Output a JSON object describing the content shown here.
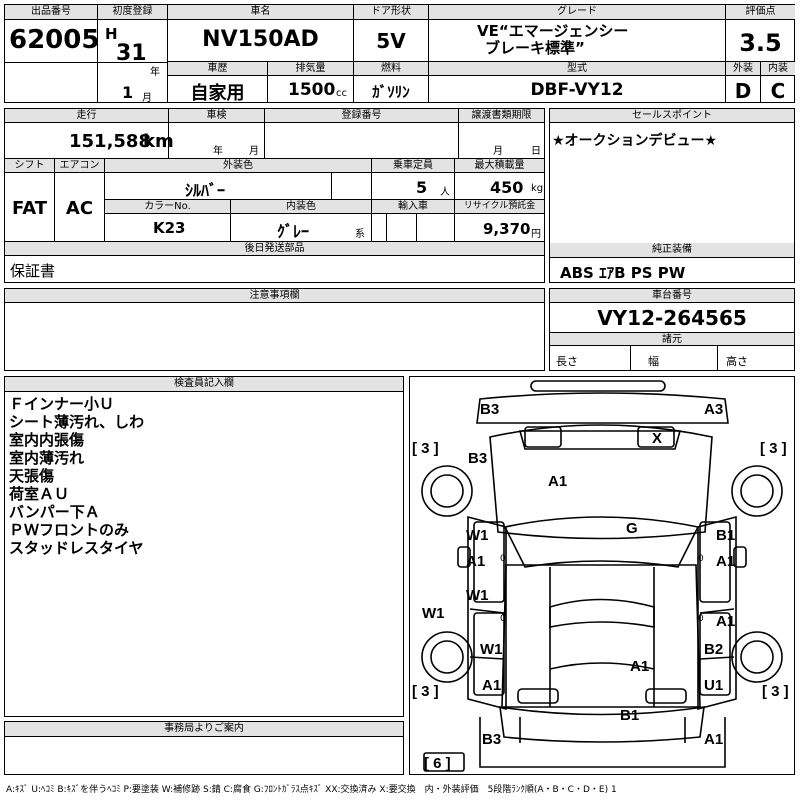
{
  "header": {
    "lot_label": "出品番号",
    "lot_no": "62005",
    "first_reg_label": "初度登録",
    "era": "H",
    "year": "31",
    "year_unit": "年",
    "month": "1",
    "month_unit": "月",
    "name_label": "車名",
    "name": "NV150AD",
    "door_label": "ドア形状",
    "door": "5V",
    "grade_label": "グレード",
    "grade_line1": "VE“エマージェンシー",
    "grade_line2": "ブレーキ標準”",
    "score_label": "評価点",
    "score": "3.5",
    "history_label": "車歴",
    "history": "自家用",
    "disp_label": "排気量",
    "disp": "1500",
    "disp_unit": "cc",
    "fuel_label": "燃料",
    "fuel": "ｶﾞｿﾘﾝ",
    "model_label": "型式",
    "model": "DBF-VY12",
    "ext_label": "外装",
    "ext": "D",
    "int_label": "内装",
    "int": "C"
  },
  "row2": {
    "mileage_label": "走行",
    "mileage": "151,588",
    "mileage_unit": "km",
    "inspection_label": "車検",
    "insp_year": "年",
    "insp_month": "月",
    "reg_no_label": "登録番号",
    "transfer_label": "譲渡書類期限",
    "transfer_day": "日",
    "transfer_month": "月",
    "selling_label": "セールスポイント",
    "selling": "★オークションデビュー★"
  },
  "row3": {
    "shift_label": "シフト",
    "shift": "FAT",
    "ac_label": "エアコン",
    "ac": "AC",
    "ext_color_label": "外装色",
    "ext_color": "ｼﾙﾊﾞｰ",
    "capacity_label": "乗車定員",
    "capacity": "5",
    "capacity_unit": "人",
    "load_label": "最大積載量",
    "load": "450",
    "load_unit": "kg",
    "color_no_label": "カラーNo.",
    "color_no": "K23",
    "int_color_label": "内装色",
    "int_color": "ｸﾞﾚｰ",
    "int_color_unit": "系",
    "import_label": "輸入車",
    "recycle_label": "リサイクル預託金",
    "recycle": "9,370",
    "recycle_unit": "円"
  },
  "parts": {
    "label": "後日発送部品",
    "value": "保証書"
  },
  "equip": {
    "label": "純正装備",
    "value": "ABS ｴｱB PS PW"
  },
  "notes": {
    "label": "注意事項欄"
  },
  "chassis": {
    "label": "車台番号",
    "value": "VY12-264565"
  },
  "dims": {
    "label": "諸元",
    "length": "長さ",
    "width": "幅",
    "height": "高さ"
  },
  "inspector": {
    "label": "検査員記入欄",
    "lines": [
      "Ｆインナー小Ｕ",
      "シート薄汚れ、しわ",
      "室内内張傷",
      "室内薄汚れ",
      "天張傷",
      "荷室ＡＵ",
      "バンパー下Ａ",
      "ＰＷフロントのみ",
      "スタッドレスタイヤ"
    ]
  },
  "office": {
    "label": "事務局よりご案内"
  },
  "diagram": {
    "tires": [
      "[ 3 ]",
      "[ 3 ]",
      "[ 3 ]",
      "[ 3 ]",
      "[ 6 ]"
    ],
    "codes": {
      "b3_top": "B3",
      "a3_top": "A3",
      "x": "X",
      "b3_hood": "B3",
      "a1_hood": "A1",
      "g": "G",
      "w1_l1": "W1",
      "a1_l1": "A1",
      "b1_r1": "B1",
      "a1_r1": "A1",
      "w1_side": "W1",
      "w1_l2": "W1",
      "a1_r2": "A1",
      "w1_l3": "W1",
      "b2_r3": "B2",
      "a1_roof": "A1",
      "a1_l4": "A1",
      "u1_r4": "U1",
      "b1_rear": "B1",
      "b3_bottom": "B3",
      "a1_bottom": "A1",
      "zero1": "0",
      "zero2": "0",
      "zero3": "0",
      "zero4": "0"
    }
  },
  "legend": "A:ｷｽﾞ U:ﾍｺﾐ B:ｷｽﾞを伴うﾍｺﾐ P:要塗装 W:補修跡 S:錆 C:腐食 G:ﾌﾛﾝﾄｶﾞﾗｽ点ｷｽﾞ XX:交換済み X:要交換　内・外装評価　5段階ﾗﾝｸ順(A・B・C・D・E) 1"
}
